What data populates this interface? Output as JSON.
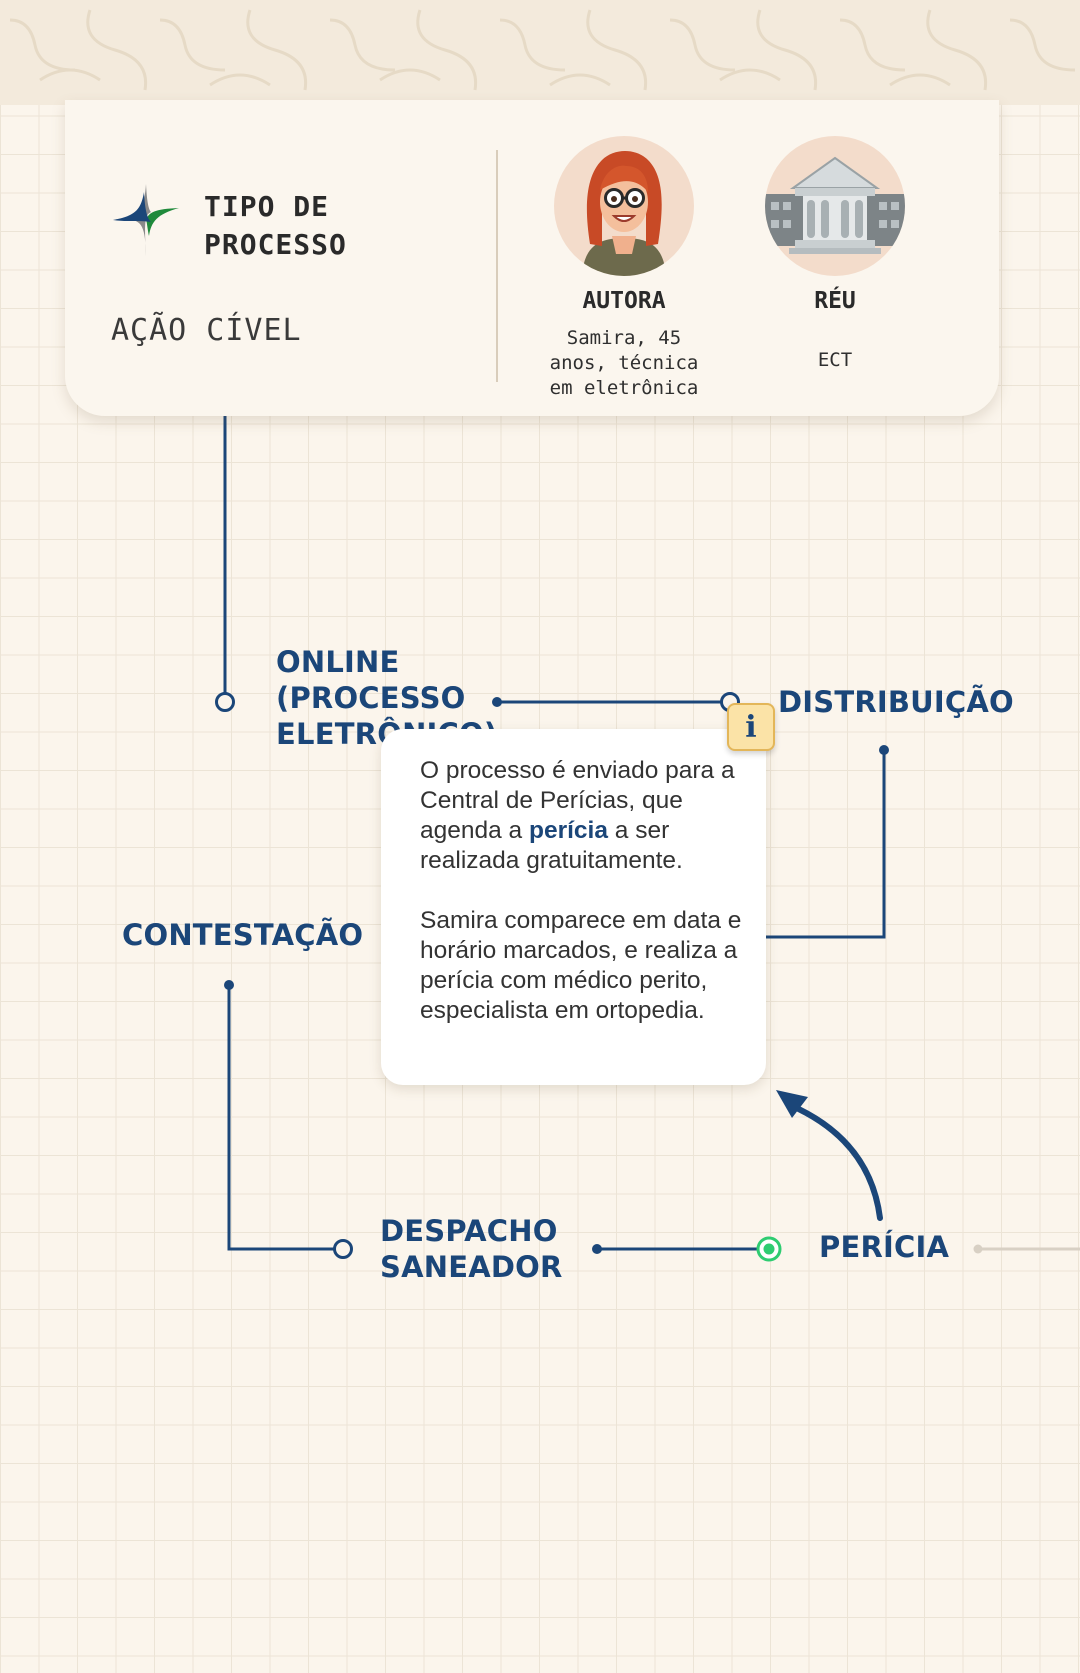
{
  "header": {
    "tipo_label": "TIPO DE PROCESSO",
    "tipo_value": "AÇÃO CÍVEL"
  },
  "parties": {
    "autora": {
      "role": "AUTORA",
      "description": "Samira, 45 anos, técnica em eletrônica"
    },
    "reu": {
      "role": "RÉU",
      "description": "ECT"
    }
  },
  "stages": {
    "online": "ONLINE (PROCESSO ELETRÔNICO)",
    "distribuicao": "DISTRIBUIÇÃO",
    "contestacao": "CONTESTAÇÃO",
    "despacho": "DESPACHO SANEADOR",
    "pericia": "PERÍCIA"
  },
  "info": {
    "icon_letter": "i",
    "p1_before": "O processo é enviado para a Central de Perícias, que agenda a ",
    "p1_highlight": "perícia",
    "p1_after": " a ser realizada gratuitamente.",
    "p2": "Samira comparece em data e horário marcados, e realiza a perícia com médico perito, especialista em ortopedia."
  },
  "colors": {
    "accent": "#1b4679",
    "active": "#2ecc71",
    "background": "#fbf5ec"
  },
  "icons": {
    "logo": "justice-federal-logo-icon",
    "info": "info-icon",
    "arrow": "curved-arrow-icon"
  }
}
